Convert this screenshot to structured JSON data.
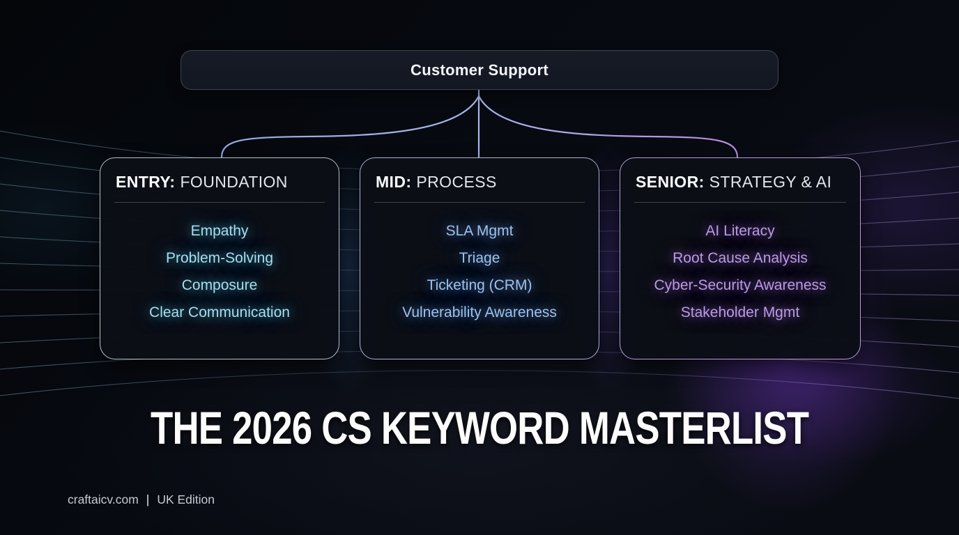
{
  "diagram": {
    "root_label": "Customer Support",
    "cards": [
      {
        "level": "ENTRY:",
        "track": "FOUNDATION",
        "items": [
          "Empathy",
          "Problem-Solving",
          "Composure",
          "Clear Communication"
        ],
        "accent": "#a5dff0",
        "glow": "rgba(96,209,235,0.55)",
        "border": "#b4c3cd"
      },
      {
        "level": "MID:",
        "track": "PROCESS",
        "items": [
          "SLA Mgmt",
          "Triage",
          "Ticketing (CRM)",
          "Vulnerability Awareness"
        ],
        "accent": "#9cc2ee",
        "glow": "rgba(110,160,235,0.55)",
        "border": "#a9b5d3"
      },
      {
        "level": "SENIOR:",
        "track": "STRATEGY & AI",
        "items": [
          "AI Literacy",
          "Root Cause Analysis",
          "Cyber-Security Awareness",
          "Stakeholder Mgmt"
        ],
        "accent": "#bd99e4",
        "glow": "rgba(165,110,230,0.55)",
        "border": "#b59ed8"
      }
    ]
  },
  "title": "THE 2026 CS KEYWORD MASTERLIST",
  "footer": {
    "site": "craftaicv.com",
    "separator": "|",
    "edition": "UK Edition"
  },
  "colors": {
    "background": "#070a11",
    "card_background": "#0b0e16",
    "root_box_background": "#151923",
    "root_box_border": "#3c4452",
    "connector_blue": "#a2b5e8",
    "connector_purple": "#b48ce0",
    "fan_left_line": "#8fc3d9",
    "fan_right_line": "#a98fd8",
    "title_color": "#fcfcfd",
    "footer_color": "#c6cad2"
  }
}
